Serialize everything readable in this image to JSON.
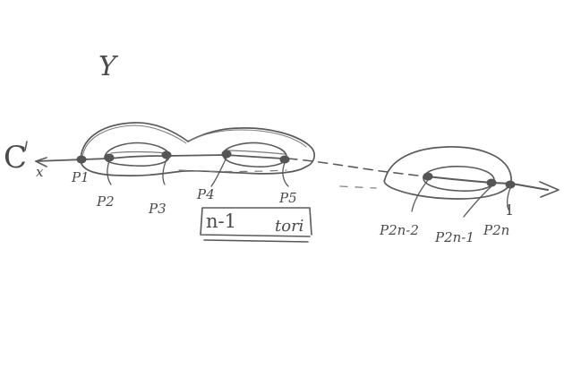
{
  "labels": {
    "surface": "Y",
    "plane": "C",
    "origin": "x",
    "infinity": "1",
    "box_count": "n-1",
    "box_word": "tori",
    "points": {
      "p1": "P1",
      "p2": "P2",
      "p3": "P3",
      "p4": "P4",
      "p5": "P5",
      "p2n_2": "P2n-2",
      "p2n_1": "P2n-1",
      "p2n": "P2n"
    }
  },
  "colors": {
    "pencil": "#5a5a5a",
    "pencil_light": "#7a7a7a",
    "background": "#ffffff"
  }
}
